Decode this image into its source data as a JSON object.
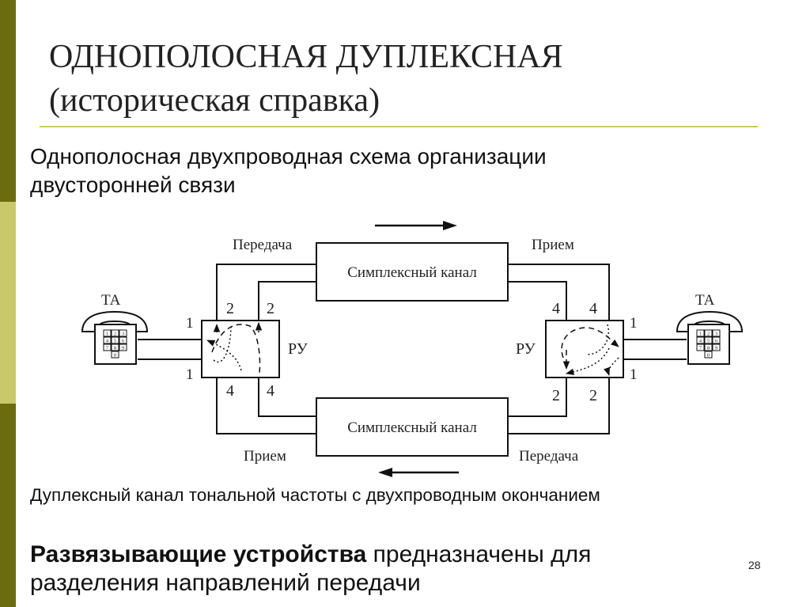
{
  "slide": {
    "title_line1": "ОДНОПОЛОСНАЯ ДУПЛЕКСНАЯ",
    "title_line2": "(историческая справка)",
    "subtitle_line1": "Однополосная двухпроводная схема организации",
    "subtitle_line2": "двусторонней связи",
    "caption": "Дуплексный канал тональной частоты с двухпроводным окончанием",
    "bottom_bold": "Развязывающие устройства",
    "bottom_rest": " предназначены для",
    "bottom_line2": "разделения направлений передачи",
    "page_number": "28"
  },
  "theme": {
    "bar_dark": "#6b6b10",
    "bar_light": "#c9c96c",
    "rule": "#c9c96c"
  },
  "diagram": {
    "top_channel": "Симплексный канал",
    "bottom_channel": "Симплексный канал",
    "label_send_top_left": "Передача",
    "label_recv_top_right": "Прием",
    "label_recv_bottom_left": "Прием",
    "label_send_bottom_right": "Передача",
    "hybrid_left": "РУ",
    "hybrid_right": "РУ",
    "terminal_left": "ТА",
    "terminal_right": "ТА",
    "port_left_top_outer": "2",
    "port_left_top_inner": "2",
    "port_left_bottom_outer": "4",
    "port_left_bottom_inner": "4",
    "port_right_top_inner": "4",
    "port_right_top_outer": "4",
    "port_right_bottom_inner": "2",
    "port_right_bottom_outer": "2",
    "line_left_upper": "1",
    "line_left_lower": "1",
    "line_right_upper": "1",
    "line_right_lower": "1",
    "keypad_keys": [
      "1",
      "2",
      "3",
      "4",
      "5",
      "6",
      "7",
      "8",
      "9",
      "0"
    ]
  }
}
